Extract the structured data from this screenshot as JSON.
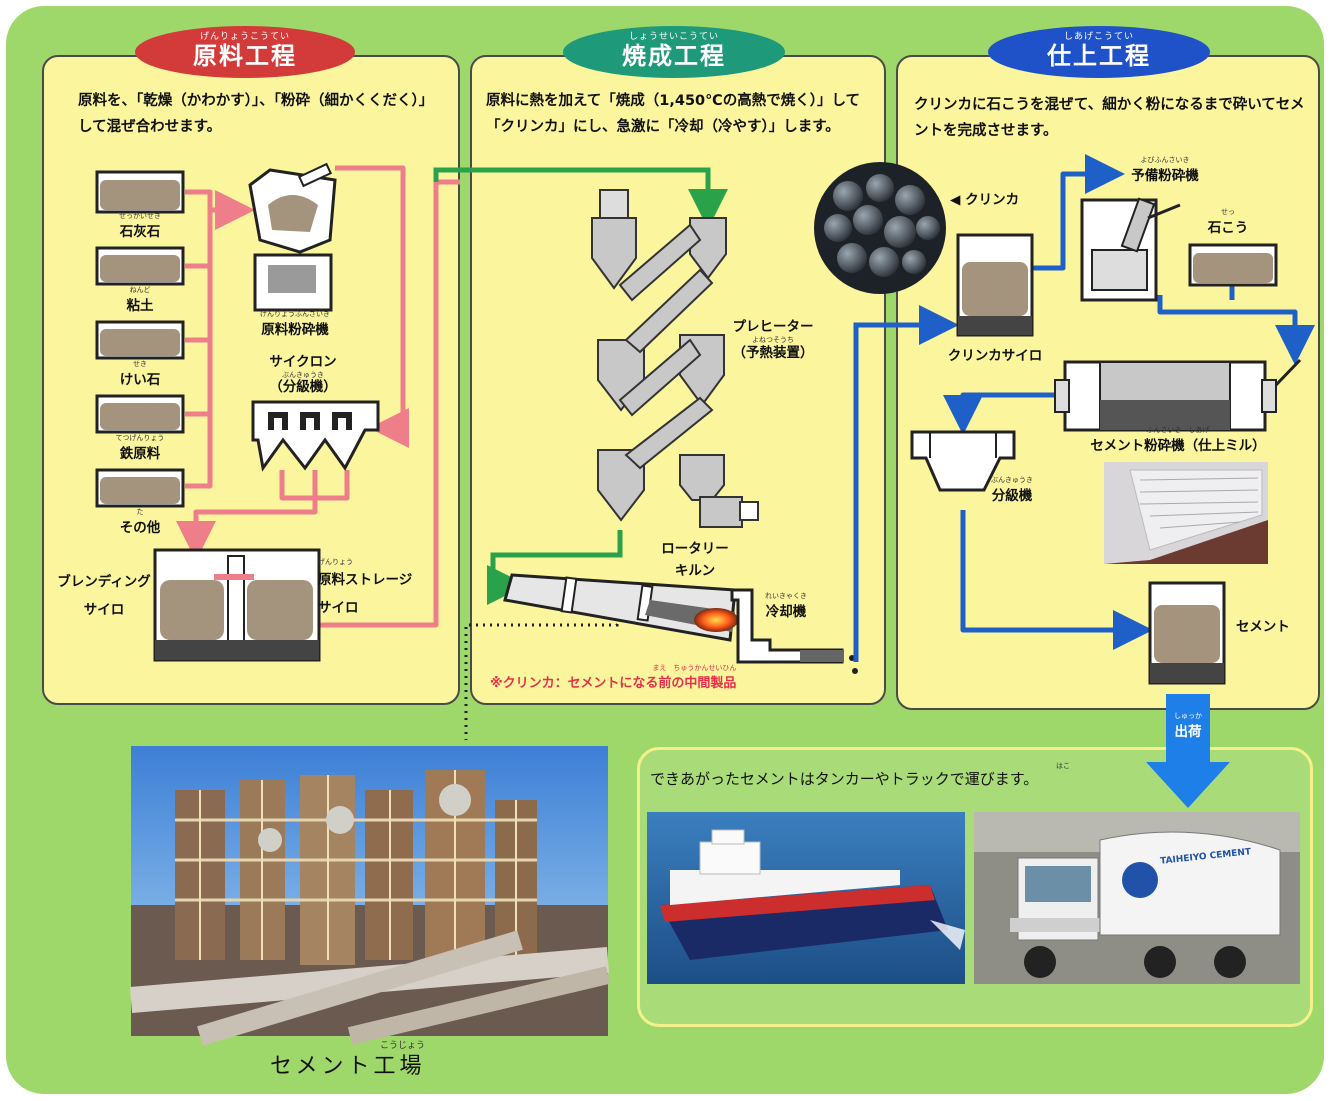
{
  "sections": {
    "raw": {
      "title": "原料工程",
      "ruby": "げんりょうこうてい",
      "pill_color": "#d33a3a",
      "description": "原料を、「乾燥（かわかす）」、「粉砕（細かくくだく）」して混ぜ合わせます。",
      "materials": [
        {
          "label": "石灰石",
          "ruby": "せっかいせき"
        },
        {
          "label": "粘土",
          "ruby": "ねんど"
        },
        {
          "label": "けい石",
          "ruby": "せき"
        },
        {
          "label": "鉄原料",
          "ruby": "てつげんりょう"
        },
        {
          "label": "その他",
          "ruby": "た"
        }
      ],
      "crusher": {
        "label": "原料粉砕機",
        "ruby": "げんりょうふんさいき"
      },
      "cyclone": {
        "label_1": "サイクロン",
        "label_2": "（分級機）",
        "ruby": "ぶんきゅうき"
      },
      "blending": {
        "label_1": "ブレンディング",
        "label_2": "サイロ"
      },
      "storage": {
        "label_1": "原料ストレージ",
        "label_2": "サイロ",
        "ruby": "げんりょう"
      }
    },
    "burn": {
      "title": "焼成工程",
      "ruby": "しょうせいこうてい",
      "pill_color": "#1e9a7a",
      "description": "原料に熱を加えて「焼成（1,450℃の高熱で焼く）」して「クリンカ」にし、急激に「冷却（冷やす）」します。",
      "preheater": {
        "label_1": "プレヒーター",
        "label_2": "（予熱装置）",
        "ruby": "よねつそうち"
      },
      "kiln": {
        "label_1": "ロータリー",
        "label_2": "キルン"
      },
      "cooler": {
        "label": "冷却機",
        "ruby": "れいきゃくき"
      },
      "clinker_tag": "◀ クリンカ",
      "note": "※クリンカ：セメントになる前の中間製品",
      "note_ruby": "まえ　ちゅうかんせいひん"
    },
    "finish": {
      "title": "仕上工程",
      "ruby": "しあげこうてい",
      "pill_color": "#1f52c8",
      "description": "クリンカに石こうを混ぜて、細かく粉になるまで砕いてセメントを完成させます。",
      "pre_crusher": {
        "label": "予備粉砕機",
        "ruby": "よびふんさいき"
      },
      "gypsum": {
        "label": "石こう",
        "ruby": "せっ"
      },
      "clinker_silo": {
        "label": "クリンカサイロ"
      },
      "mill": {
        "label": "セメント粉砕機（仕上ミル）",
        "ruby": "ふんさいき　しあげ"
      },
      "separator": {
        "label": "分級機",
        "ruby": "ぶんきゅうき"
      },
      "cement": {
        "label": "セメント"
      }
    }
  },
  "shipping": {
    "arrow_label": "出荷",
    "arrow_ruby": "しゅっか",
    "caption": "できあがったセメントはタンカーやトラックで運びます。",
    "caption_ruby": "はこ",
    "truck_brand": "TAIHEIYO CEMENT"
  },
  "factory": {
    "caption": "セメント工場",
    "ruby": "こうじょう"
  },
  "colors": {
    "background": "#9fd86a",
    "panel": "#fbf59d",
    "flow_raw": "#ee7f8a",
    "flow_burn": "#2aa24a",
    "flow_finish": "#1f5fc8",
    "note": "#e8304a"
  }
}
